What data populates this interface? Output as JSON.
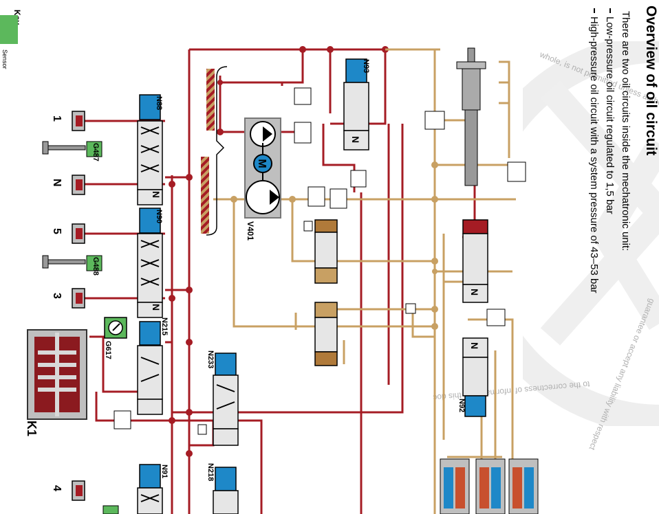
{
  "document": {
    "title": "Overview of oil circuit",
    "intro": "There are two oil circuits inside the mechatronic unit:",
    "bullets": [
      "Low-pressure oil circuit regulated to 1,5 bar",
      "High-pressure oil circuit with a system pressure of 43–53 bar"
    ]
  },
  "key": {
    "heading": "Key",
    "sensor_label": "Sensor"
  },
  "watermark": {
    "line1": "whole, is not permitted unless authorised",
    "line2": "guarantee or accept any liability with respect",
    "line3": "to the correctness of information in this doc"
  },
  "diagram": {
    "components": {
      "n88": "N88",
      "n90": "N90",
      "n215": "N215",
      "n233": "N233",
      "n91": "N91",
      "n218": "N218",
      "n93": "N93",
      "n92": "N92",
      "v401": "V401",
      "g487": "G487",
      "g488": "G488",
      "g617": "G617",
      "k1": "K1"
    },
    "gear_labels": {
      "g1": "1",
      "gn": "N",
      "g5": "5",
      "g3": "3",
      "g4": "4"
    },
    "pump_motor": "M",
    "spring_symbol": "N"
  },
  "colors": {
    "high_pressure": "#a51c24",
    "low_pressure": "#c8a063",
    "solenoid": "#1e88c8",
    "sensor": "#5cb85c",
    "valve_body": "#bfbfbf"
  }
}
